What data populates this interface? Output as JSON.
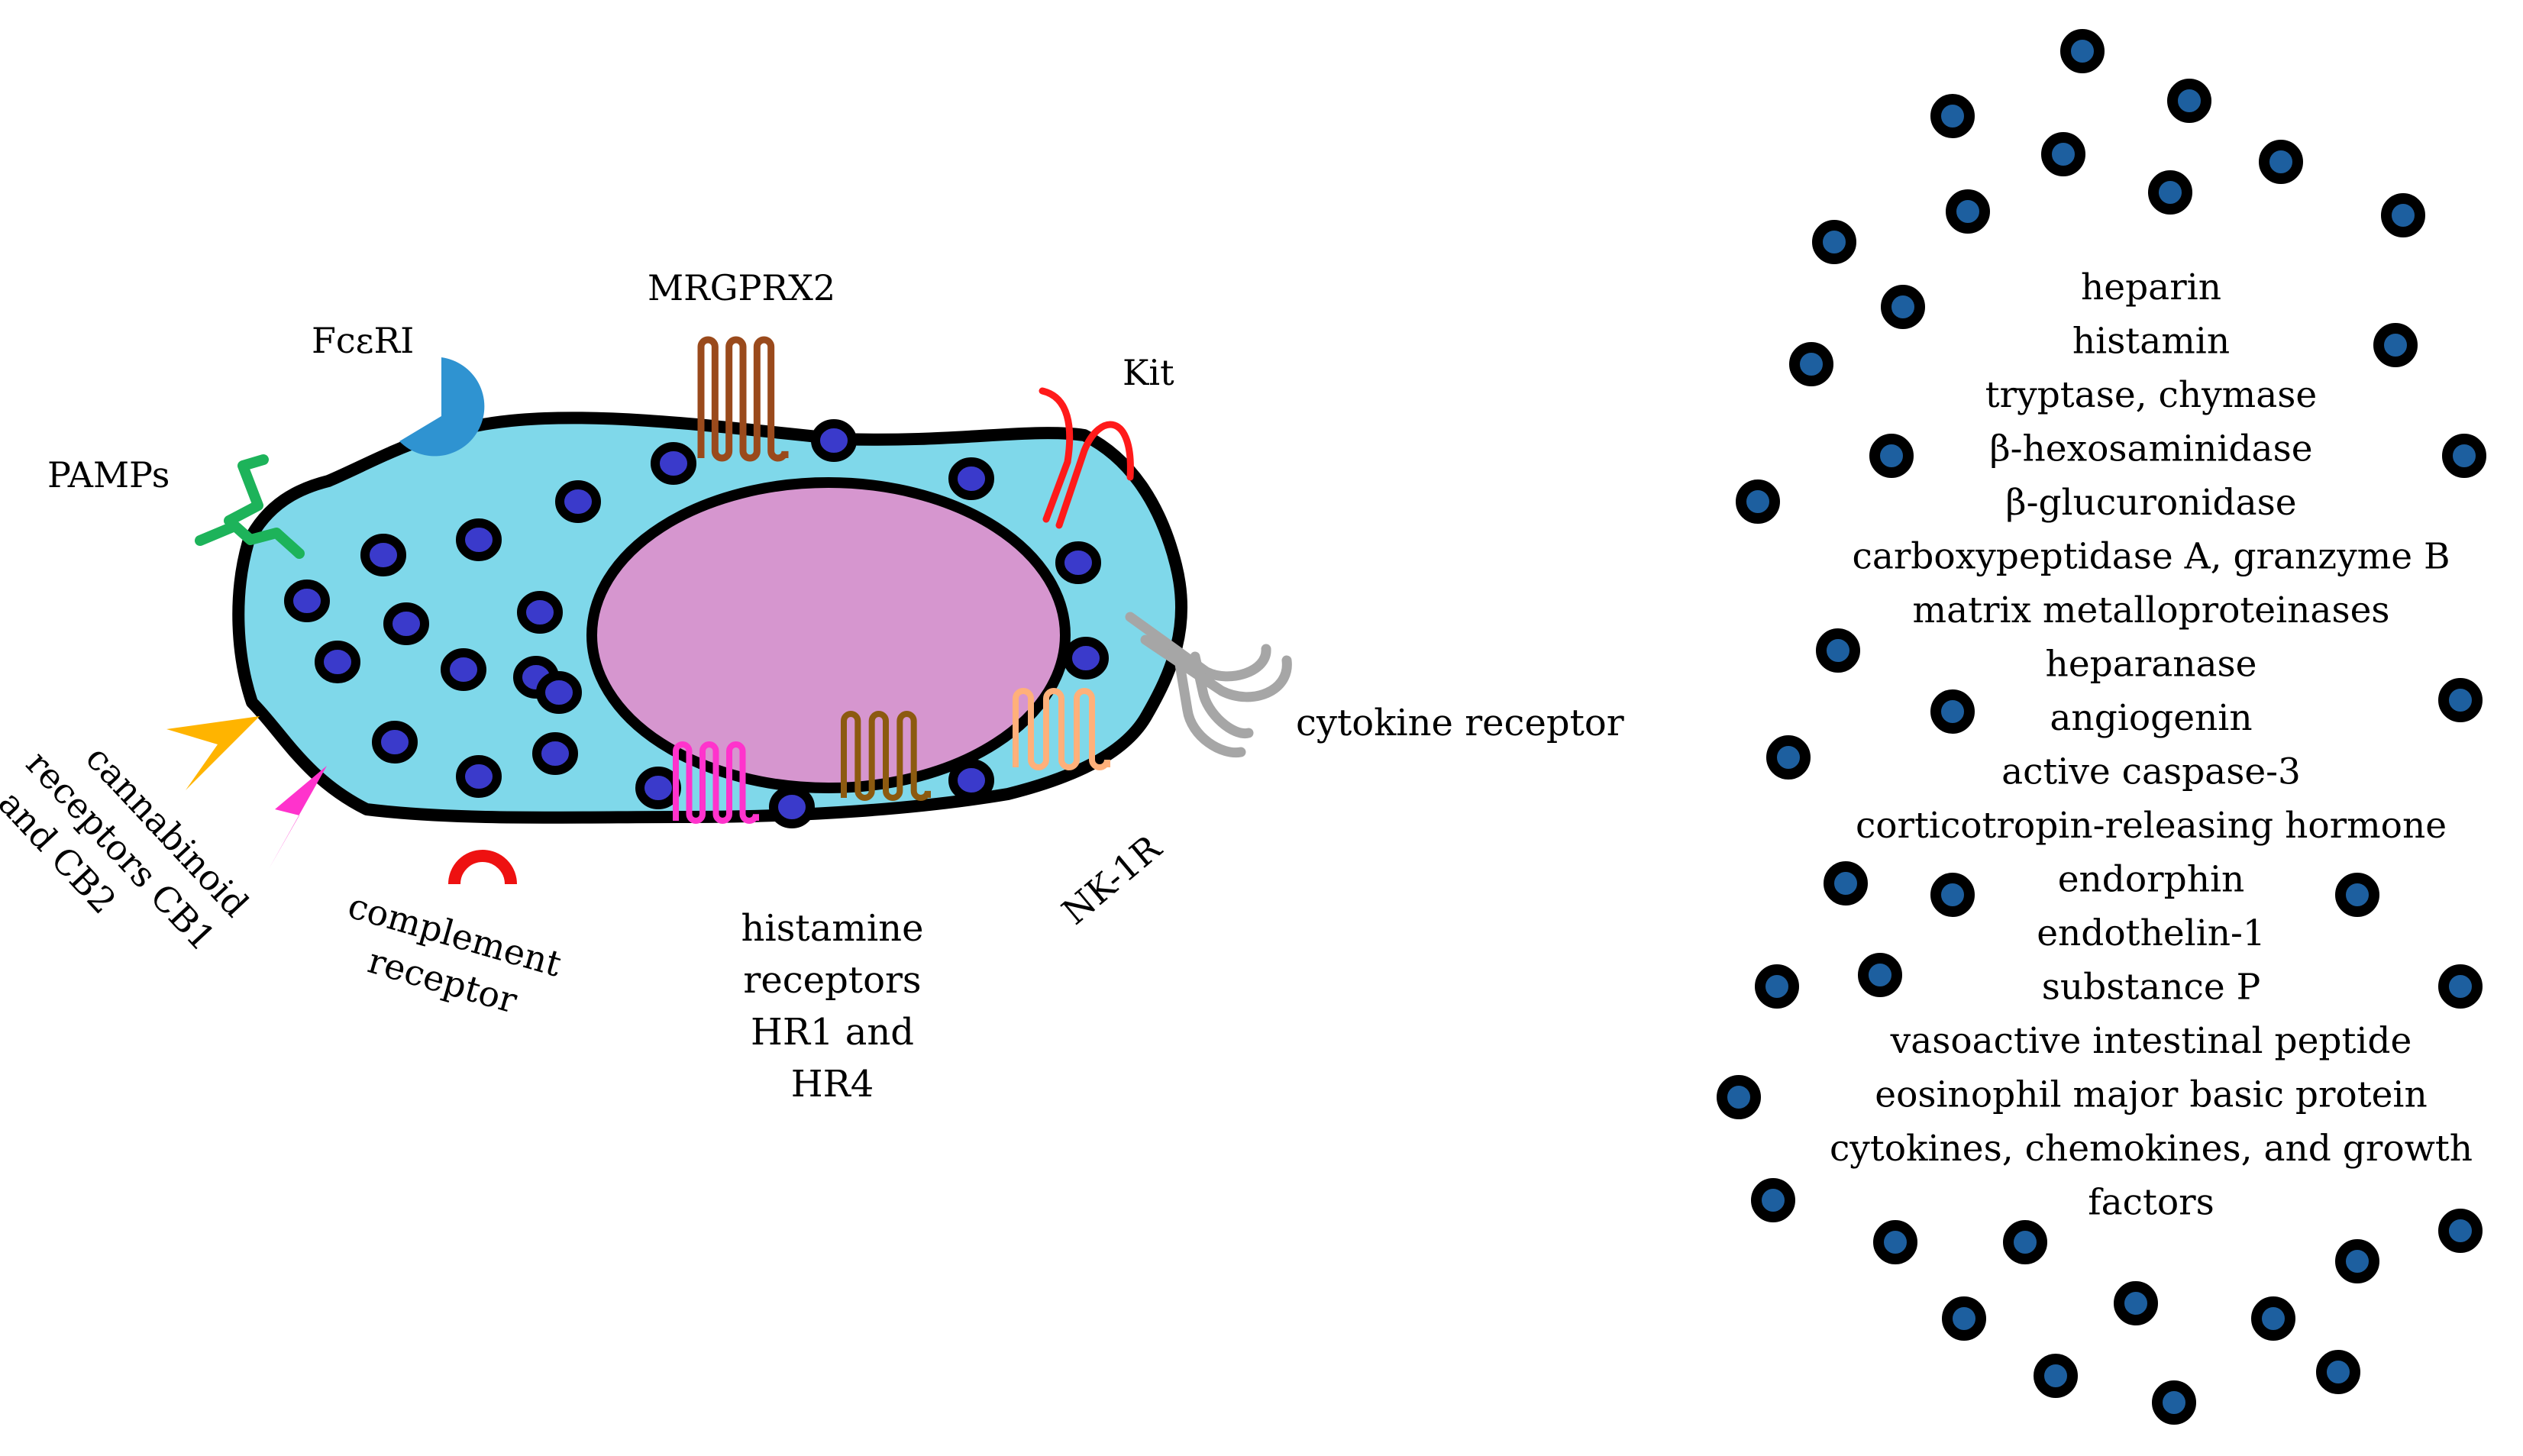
{
  "cell": {
    "colors": {
      "cytoplasm": "#7fd8ea",
      "membrane": "#000000",
      "nucleus": "#d696cf",
      "granule": "#3a3acb",
      "released_granule": "#1d5f9f"
    }
  },
  "receptors": {
    "fceri": {
      "label": "FcεRI",
      "color": "#2f93d1",
      "icon": "pie-receptor-icon"
    },
    "mrgprx2": {
      "label": "MRGPRX2",
      "color": "#9a4a1c",
      "icon": "seven-pass-receptor-icon"
    },
    "kit": {
      "label": "Kit",
      "color": "#ff1a1a",
      "icon": "kit-receptor-icon"
    },
    "pamps": {
      "label": "PAMPs",
      "color": "#1db35a",
      "icon": "pamp-receptor-icon"
    },
    "cytokine": {
      "label": "cytokine receptor",
      "color": "#a6a6a6",
      "icon": "cytokine-receptor-icon"
    },
    "cannabinoid": {
      "lines": [
        "cannabinoid",
        "receptors CB1",
        "and CB2"
      ],
      "colors": [
        "#ffb400",
        "#ff33cc"
      ],
      "icon": "arrowhead-receptor-icon"
    },
    "complement": {
      "lines": [
        "complement",
        "receptor"
      ],
      "color": "#ee1111",
      "icon": "arc-receptor-icon"
    },
    "histamine": {
      "lines": [
        "histamine",
        "receptors",
        "HR1 and",
        "HR4"
      ],
      "colors": [
        "#ff33cc",
        "#8c5a10"
      ],
      "icon": "seven-pass-receptor-icon"
    },
    "nk1r": {
      "label": "NK-1R",
      "color": "#ffb07a",
      "icon": "seven-pass-receptor-icon"
    }
  },
  "mediators": [
    "heparin",
    "histamin",
    "tryptase, chymase",
    "β-hexosaminidase",
    "β-glucuronidase",
    "carboxypeptidase A, granzyme B",
    "matrix metalloproteinases",
    "heparanase",
    "angiogenin",
    "active caspase-3",
    "corticotropin-releasing hormone",
    "endorphin",
    "endothelin-1",
    "substance P",
    "vasoactive intestinal peptide",
    "eosinophil major basic protein",
    "cytokines, chemokines, and growth",
    "factors"
  ]
}
